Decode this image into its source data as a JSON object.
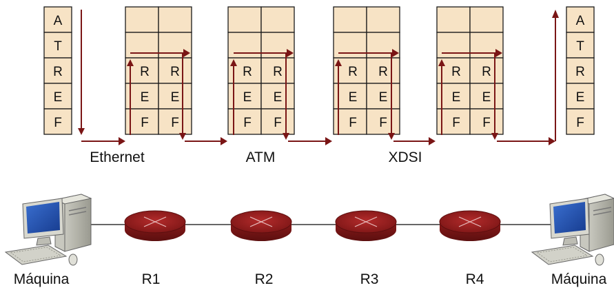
{
  "host_stack": {
    "layers": [
      "A",
      "T",
      "R",
      "E",
      "F"
    ]
  },
  "router_stack": {
    "layers": [
      "R",
      "E",
      "F"
    ]
  },
  "networks": [
    "Ethernet",
    "ATM",
    "XDSI"
  ],
  "nodes": [
    {
      "label": "Máquina",
      "kind": "computer"
    },
    {
      "label": "R1",
      "kind": "router"
    },
    {
      "label": "R2",
      "kind": "router"
    },
    {
      "label": "R3",
      "kind": "router"
    },
    {
      "label": "R4",
      "kind": "router"
    },
    {
      "label": "Máquina",
      "kind": "computer"
    }
  ],
  "colors": {
    "layer_fill": "#f7e3c5",
    "flow": "#7a1515",
    "router": "#8e1c1c"
  }
}
